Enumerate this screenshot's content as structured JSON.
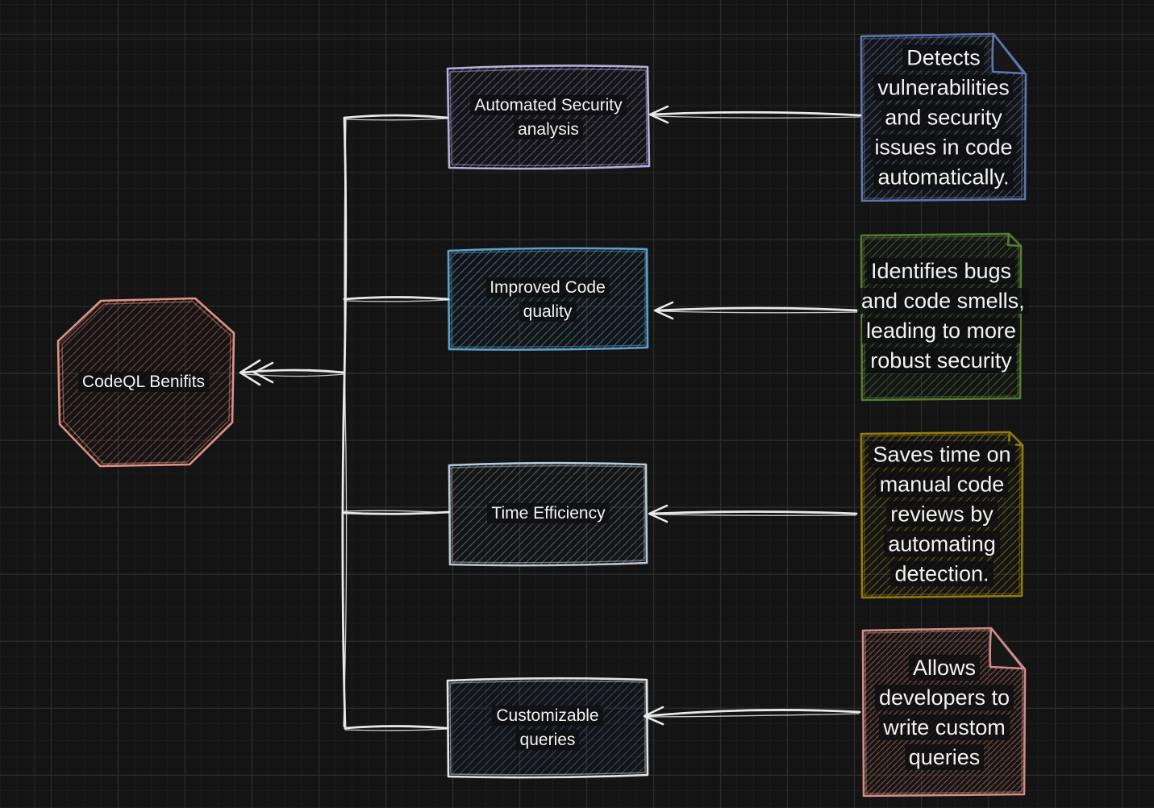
{
  "diagram": {
    "root": {
      "label": "CodeQL Benifits",
      "shape": "octagon",
      "border_color": "#dd9185",
      "hatch_color": "#6e4038"
    },
    "nodes": [
      {
        "label": "Automated Security analysis",
        "border_color": "#b6aedb",
        "hatch_color": "#514b73"
      },
      {
        "label": "Improved Code quality",
        "border_color": "#5f9fc8",
        "hatch_color": "#2f5d7c"
      },
      {
        "label": "Time Efficiency",
        "border_color": "#b9c8d6",
        "hatch_color": "#46525c"
      },
      {
        "label": "Customizable queries",
        "border_color": "#e4e4e4",
        "hatch_color": "#2b3f66"
      }
    ],
    "notes": [
      {
        "text": "Detects vulnerabilities and security issues in code automatically.",
        "border_color": "#5d77ad",
        "hatch_color": "#3a4c75"
      },
      {
        "text": "Identifies bugs and code smells, leading to more robust security",
        "border_color": "#547d33",
        "hatch_color": "#36512a"
      },
      {
        "text": "Saves time on manual code reviews by automating detection.",
        "border_color": "#917c12",
        "hatch_color": "#60520e"
      },
      {
        "text": "Allows developers to write custom queries",
        "border_color": "#d08d84",
        "hatch_color": "#7c4a43"
      }
    ],
    "colors": {
      "background": "#141414",
      "arrow": "#e9e9e9",
      "text": "#f2f2f2"
    }
  }
}
